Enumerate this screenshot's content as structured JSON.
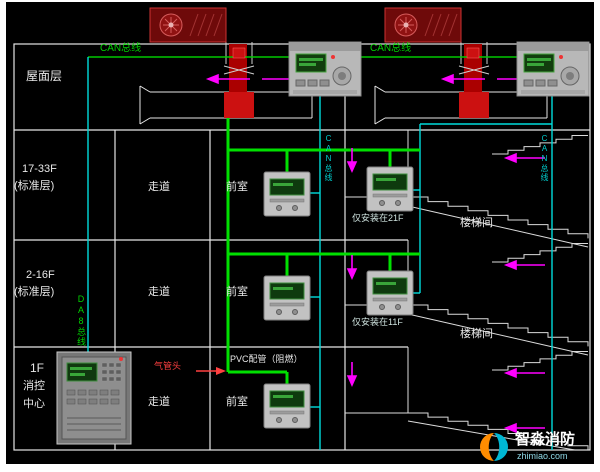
{
  "floors": {
    "roof": "屋面层",
    "mid_high": "17-33F",
    "mid_high_sub": "(标准层)",
    "mid_low": "2-16F",
    "mid_low_sub": "(标准层)",
    "first": "1F",
    "first_sub1": "消控",
    "first_sub2": "中心"
  },
  "rooms": {
    "corridor": "走道",
    "front_room": "前室",
    "stairwell": "楼梯间"
  },
  "wiring": {
    "can_bus": "CAN总线",
    "da8_bus": "DA8总线",
    "riser_label": "CAN总线",
    "pvc_pipe": "PVC配管（阻燃）",
    "air_tube_head": "气管头"
  },
  "notes": {
    "only_21f": "仅安装在21F",
    "only_11f": "仅安装在11F"
  },
  "logo": {
    "name": "智淼消防",
    "site": "zhimiao.com"
  },
  "colors": {
    "bus_green": "#00c800",
    "wire_cyan": "#00dcdc",
    "tube_green": "#00e000",
    "arrow_magenta": "#ff00ff",
    "damper_red": "#cc1111"
  }
}
